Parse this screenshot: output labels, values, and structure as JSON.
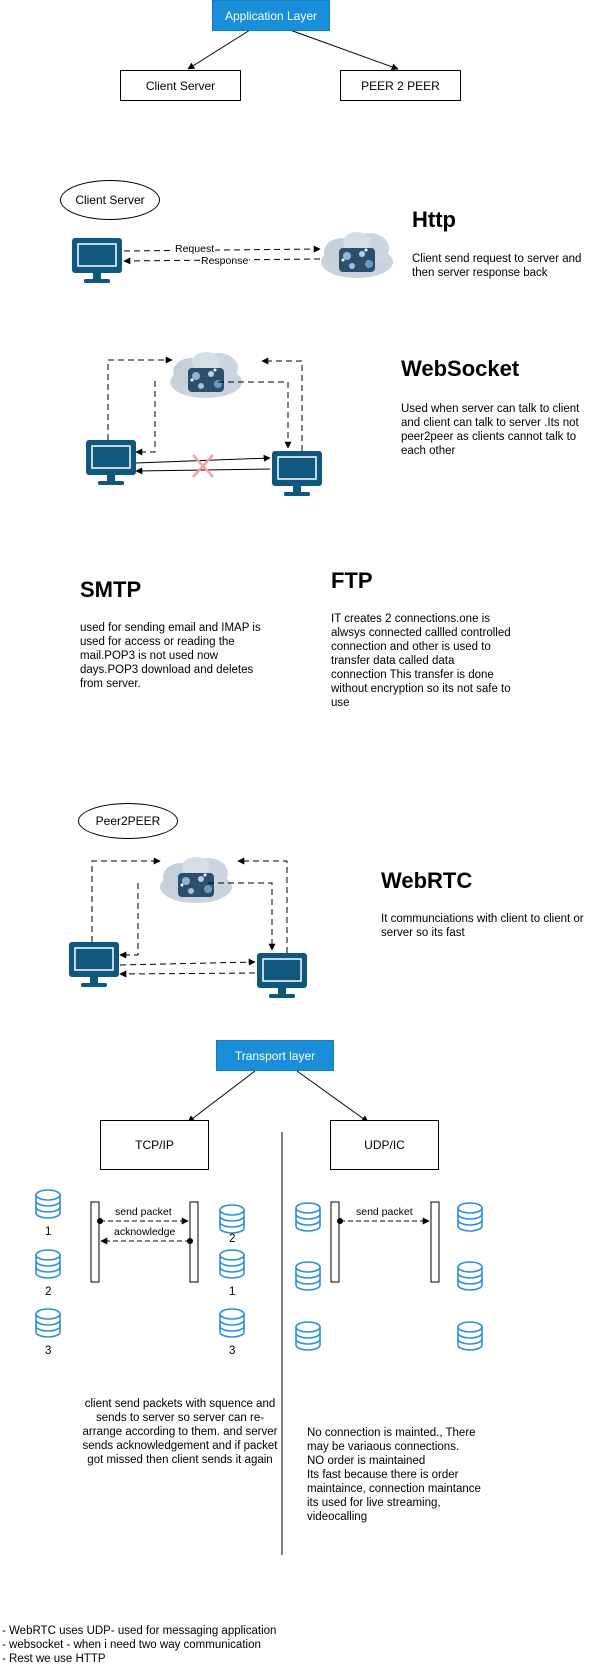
{
  "application_layer": {
    "title": "Application Layer",
    "client_server": "Client Server",
    "peer2peer": "PEER 2 PEER"
  },
  "http_section": {
    "pattern_label": "Client Server",
    "request_label": "Request",
    "response_label": "Response",
    "title": "Http",
    "description": "Client send request to server and then server response back"
  },
  "websocket_section": {
    "title": "WebSocket",
    "description": "Used when server can talk to client and client can talk to server .Its not peer2peer as clients cannot talk to each other"
  },
  "smtp_section": {
    "title": "SMTP",
    "description": "used for sending email and IMAP is used for access or reading the mail.POP3 is not used now days.POP3 download and deletes from server."
  },
  "ftp_section": {
    "title": "FTP",
    "description": "IT creates 2 connections.one is alwsys connected callled controlled connection and other is used to transfer data called data connection This transfer is done without encryption so its not safe to use"
  },
  "webrtc_section": {
    "pattern_label": "Peer2PEER",
    "title": "WebRTC",
    "description": "It communciations with client to client or server so its fast"
  },
  "transport_layer": {
    "title": "Transport layer",
    "tcp": {
      "label": "TCP/IP",
      "send_label": "send packet",
      "ack_label": "acknowledge",
      "left_numbers": [
        "1",
        "2",
        "3"
      ],
      "right_numbers": [
        "2",
        "1",
        "3"
      ],
      "description": "client send packets with squence and sends to server so server can re-arrange according to them. and server sends acknowledgement and if packet got missed then client sends it again"
    },
    "udp": {
      "label": "UDP/IC",
      "send_label": "send packet",
      "description_lines": [
        "No connection is mainted., There may be variaous connections.",
        "NO order is maintained",
        "Its fast because there is order maintaince, connection maintance",
        "its used for live streaming, videocalling"
      ]
    }
  },
  "notes": [
    "- WebRTC uses UDP- used for messaging application",
    "- websocket - when i need two way communication",
    "- Rest we use HTTP"
  ],
  "colors": {
    "accent": "#1a8fd9",
    "monitor": "#10577e",
    "database": "#2a8fd8",
    "cross": "#f3a3a3"
  }
}
